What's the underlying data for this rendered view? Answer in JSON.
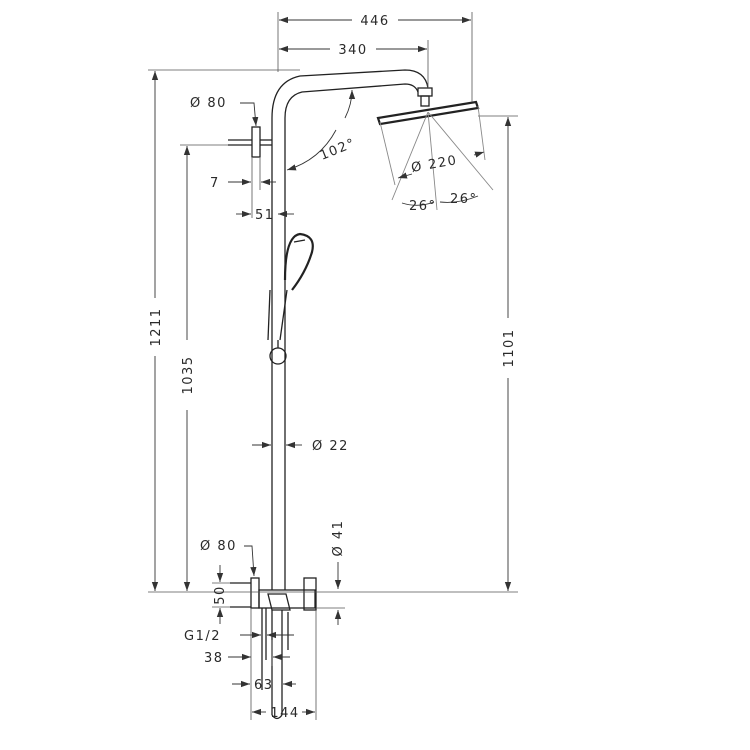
{
  "dimensions": {
    "width_total": "446",
    "width_arm": "340",
    "diam_top_holder": "Ø 80",
    "arm_angle": "102°",
    "head_diameter": "Ø 220",
    "spray_angle_left": "26°",
    "spray_angle_right": "26°",
    "offset_7": "7",
    "offset_51": "51",
    "height_total": "1211",
    "height_bar": "1035",
    "height_head": "1101",
    "pipe_diameter": "Ø 22",
    "mixer_diameter": "Ø 41",
    "diam_bottom_holder": "Ø 80",
    "height_50": "50",
    "thread": "G1/2",
    "offset_38": "38",
    "offset_63": "63",
    "width_mixer": "144"
  },
  "colors": {
    "line": "#222222",
    "dimension": "#333333"
  }
}
